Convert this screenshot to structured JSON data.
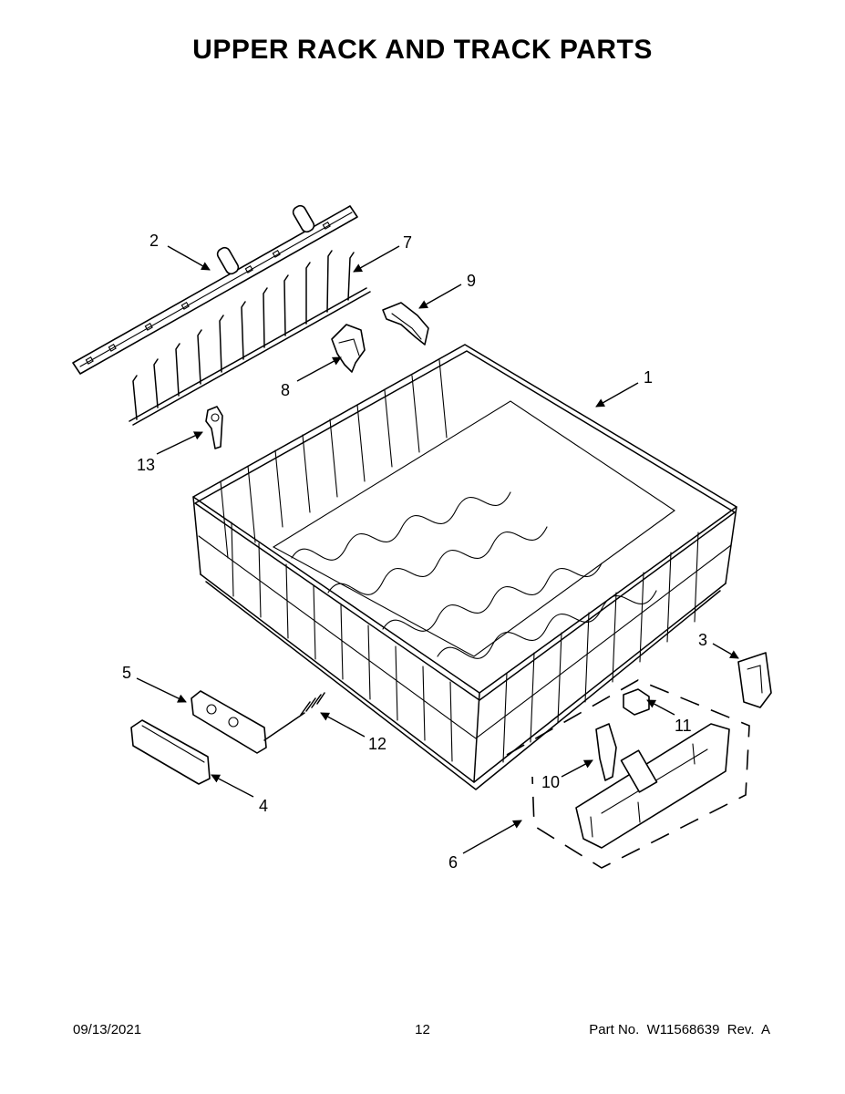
{
  "document": {
    "title": "UPPER RACK AND TRACK PARTS",
    "footer": {
      "date": "09/13/2021",
      "page_number": "12",
      "part_number": "Part No.  W11568639  Rev.  A"
    }
  },
  "callouts": [
    "1",
    "2",
    "3",
    "4",
    "5",
    "6",
    "7",
    "8",
    "9",
    "10",
    "11",
    "12",
    "13"
  ]
}
